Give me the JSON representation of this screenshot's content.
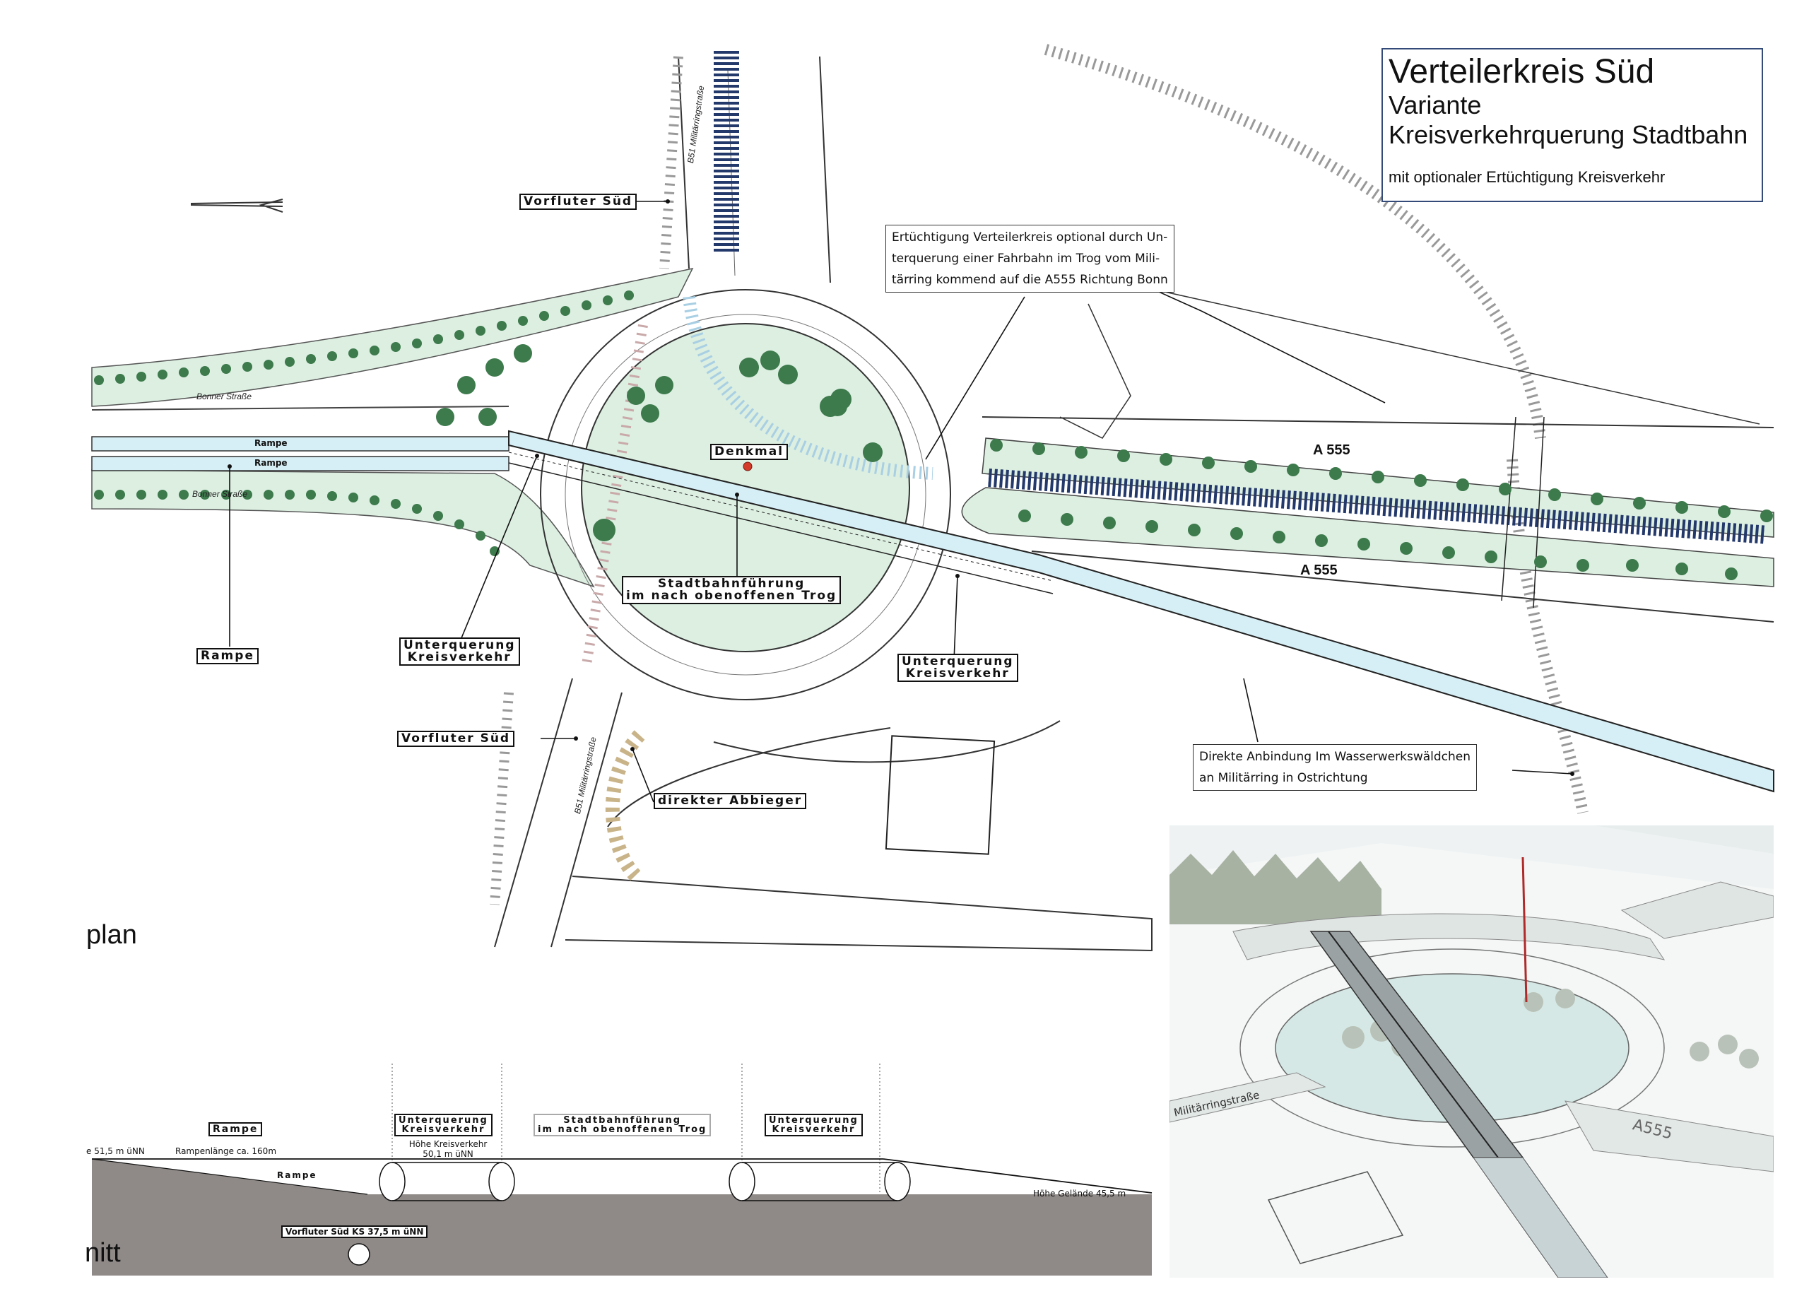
{
  "title": {
    "main": "Verteilerkreis Süd",
    "line2": "Variante",
    "line3": "Kreisverkehrquerung Stadtbahn",
    "subtitle": "mit optionaler Ertüchtigung Kreisverkehr"
  },
  "labels": {
    "vorfluter_top": "Vorfluter Süd",
    "vorfluter_bottom": "Vorfluter Süd",
    "denkmal": "Denkmal",
    "rampe_left": "Rampe",
    "rampe_track_1": "Rampe",
    "rampe_track_2": "Rampe",
    "unterquerung_left_1": "Unterquerung",
    "unterquerung_left_2": "Kreisverkehr",
    "unterquerung_right_1": "Unterquerung",
    "unterquerung_right_2": "Kreisverkehr",
    "stadtbahn_1": "Stadtbahnführung",
    "stadtbahn_2": "im nach obenoffenen Trog",
    "direkter_abbieger": "direkter Abbieger",
    "a555_top": "A 555",
    "a555_bottom": "A 555",
    "bonner_top": "Bonner Straße",
    "bonner_bottom": "Bonner Straße",
    "b51_top": "B51 Militärringstraße",
    "b51_bottom": "B51 Militärringstraße"
  },
  "notes": {
    "ertuechtigung": [
      "Ertüchtigung Verteilerkreis optional durch Un-",
      "terquerung einer Fahrbahn im Trog vom Mili-",
      "tärring kommend auf die A555 Richtung Bonn"
    ],
    "anbindung": [
      "Direkte Anbindung Im Wasserwerkswäldchen",
      "an Militärring in Ostrichtung"
    ]
  },
  "section_titles": {
    "plan": "plan",
    "schnitt": "nitt"
  },
  "section": {
    "rampe": "Rampe",
    "unterquerung_l_1": "Unterquerung",
    "unterquerung_l_2": "Kreisverkehr",
    "hoehe_kreis_1": "Höhe Kreisverkehr",
    "hoehe_kreis_2": "50,1 m üNN",
    "stadtbahn_1": "Stadtbahnführung",
    "stadtbahn_2": "im nach obenoffenen Trog",
    "unterquerung_r_1": "Unterquerung",
    "unterquerung_r_2": "Kreisverkehr",
    "left_level": "e 51,5 m üNN",
    "rampenlaenge": "Rampenlänge ca. 160m",
    "rampe_slope": "Rampe",
    "hoehe_gelaende": "Höhe Gelände 45,5 m",
    "vorfluter": "Vorfluter Süd KS 37,5 m üNN"
  },
  "render_labels": {
    "militaerring": "Militärringstraße",
    "a555": "A555"
  },
  "colors": {
    "green_fill": "#dcefe1",
    "tree": "#3d7a4c",
    "water_blue": "#d6eef5",
    "title_border": "#344a78",
    "section_ground": "#8f8a88",
    "crosswalk": "#24396b"
  }
}
